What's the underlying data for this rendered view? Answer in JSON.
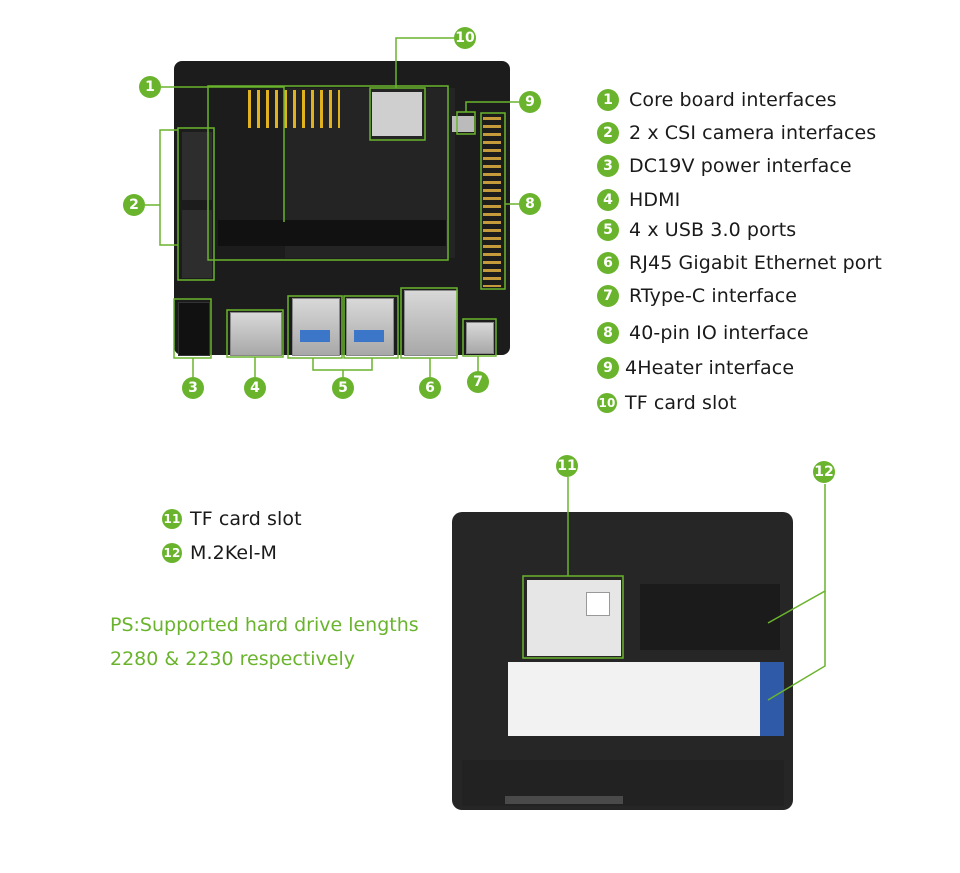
{
  "legend_top": [
    {
      "n": "1",
      "label": "Core board interfaces"
    },
    {
      "n": "2",
      "label": "2 x CSI camera interfaces"
    },
    {
      "n": "3",
      "label": "DC19V power interface"
    },
    {
      "n": "4",
      "label": "HDMI"
    },
    {
      "n": "5",
      "label": "4 x USB 3.0 ports"
    },
    {
      "n": "6",
      "label": "RJ45 Gigabit Ethernet port"
    },
    {
      "n": "7",
      "label": "RType-C interface"
    },
    {
      "n": "8",
      "label": "40-pin IO interface"
    },
    {
      "n": "9",
      "label": "4Heater interface"
    },
    {
      "n": "10",
      "label": "TF card slot"
    }
  ],
  "legend_bottom": [
    {
      "n": "11",
      "label": "TF card slot"
    },
    {
      "n": "12",
      "label": "M.2Kel-M"
    }
  ],
  "ps": {
    "line1": "PS:Supported hard drive lengths",
    "line2": "2280 & 2230 respectively"
  },
  "callouts_top": {
    "c1": "1",
    "c2": "2",
    "c3": "3",
    "c4": "4",
    "c5": "5",
    "c6": "6",
    "c7": "7",
    "c8": "8",
    "c9": "9",
    "c10": "10"
  },
  "callouts_bottom": {
    "c11": "11",
    "c12": "12"
  },
  "colors": {
    "accent": "#6ab42d",
    "board": "#1c1c1c"
  }
}
